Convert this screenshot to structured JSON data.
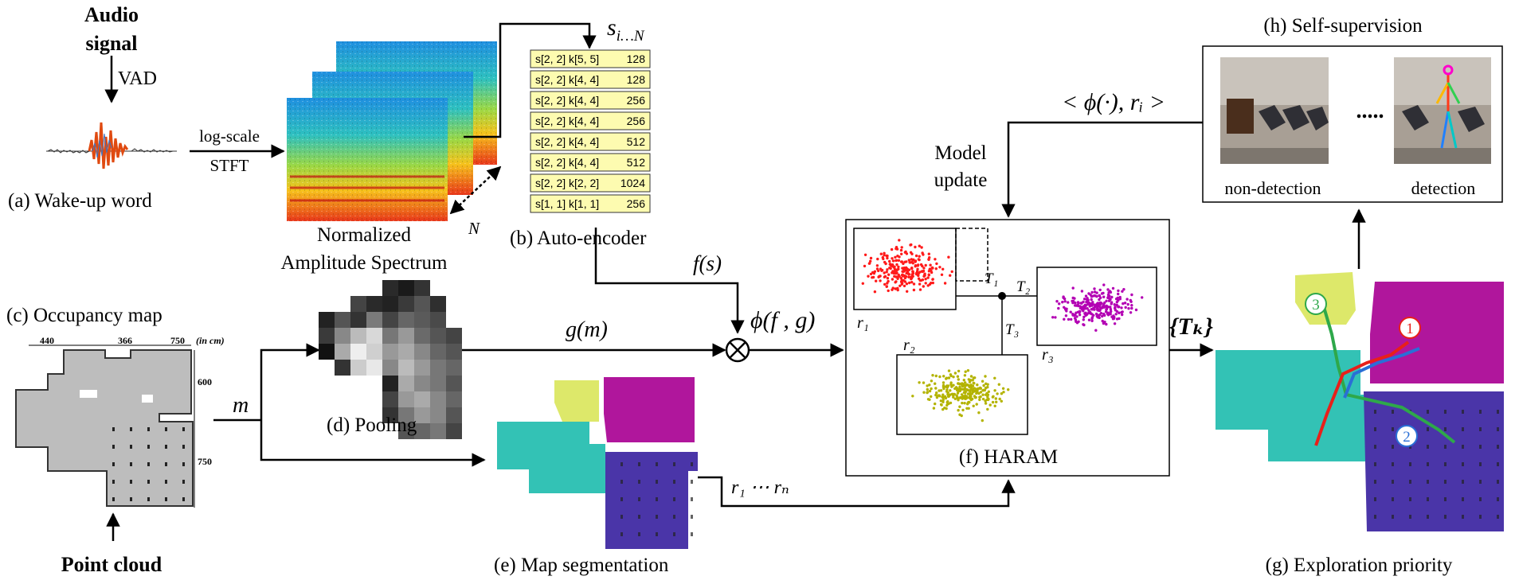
{
  "audio": {
    "title_line1": "Audio",
    "title_line2": "signal",
    "vad": "VAD",
    "caption": "(a) Wake-up word",
    "stft_line1": "log-scale",
    "stft_line2": "STFT"
  },
  "spectrum": {
    "caption_line1": "Normalized",
    "caption_line2": "Amplitude Spectrum",
    "n_label": "N",
    "s_label": "s",
    "s_sub": "i…N"
  },
  "autoencoder": {
    "caption": "(b) Auto-encoder",
    "output": "f(s)",
    "layers": [
      {
        "spec": "s[2, 2] k[5, 5]",
        "size": "128"
      },
      {
        "spec": "s[2, 2] k[4, 4]",
        "size": "128"
      },
      {
        "spec": "s[2, 2] k[4, 4]",
        "size": "256"
      },
      {
        "spec": "s[2, 2] k[4, 4]",
        "size": "256"
      },
      {
        "spec": "s[2, 2] k[4, 4]",
        "size": "512"
      },
      {
        "spec": "s[2, 2] k[4, 4]",
        "size": "512"
      },
      {
        "spec": "s[2, 2] k[2, 2]",
        "size": "1024"
      },
      {
        "spec": "s[1, 1] k[1, 1]",
        "size": "256"
      }
    ]
  },
  "occupancy": {
    "caption": "(c) Occupancy map",
    "dim_440": "440",
    "dim_366": "366",
    "dim_750_top": "750",
    "dim_unit": "(in cm)",
    "dim_600": "600",
    "dim_750_side": "750",
    "point_cloud": "Point cloud",
    "m_label": "m"
  },
  "pooling": {
    "caption": "(d) Pooling",
    "g_label": "g(m)"
  },
  "fusion": {
    "phi_label": "ϕ(f , g)"
  },
  "segmentation": {
    "caption": "(e) Map segmentation",
    "r_range": "r₁ ⋯ rₙ"
  },
  "haram": {
    "caption": "(f) HARAM",
    "r1": "r₁",
    "r2": "r₂",
    "r3": "r₃",
    "t1": "T₁",
    "t2": "T₂",
    "t3": "T₃",
    "model_update_line1": "Model",
    "model_update_line2": "update",
    "tk_label": "{Tₖ}",
    "feedback_label": "< ϕ(·), rᵢ >"
  },
  "exploration": {
    "caption": "(g) Exploration priority",
    "marker1": "1",
    "marker2": "2",
    "marker3": "3"
  },
  "self_supervision": {
    "title": "(h) Self-supervision",
    "left_label": "non-detection",
    "right_label": "detection",
    "dots": "....."
  },
  "colors": {
    "cluster_r1": "#ff1a1a",
    "cluster_r2": "#b3b300",
    "cluster_r3": "#b300b3",
    "region_cyan": "#33c2b5",
    "region_magenta": "#b0169c",
    "region_purple": "#4a35a8",
    "region_yellow": "#dde86a",
    "layer_fill": "#fdfbb0"
  }
}
